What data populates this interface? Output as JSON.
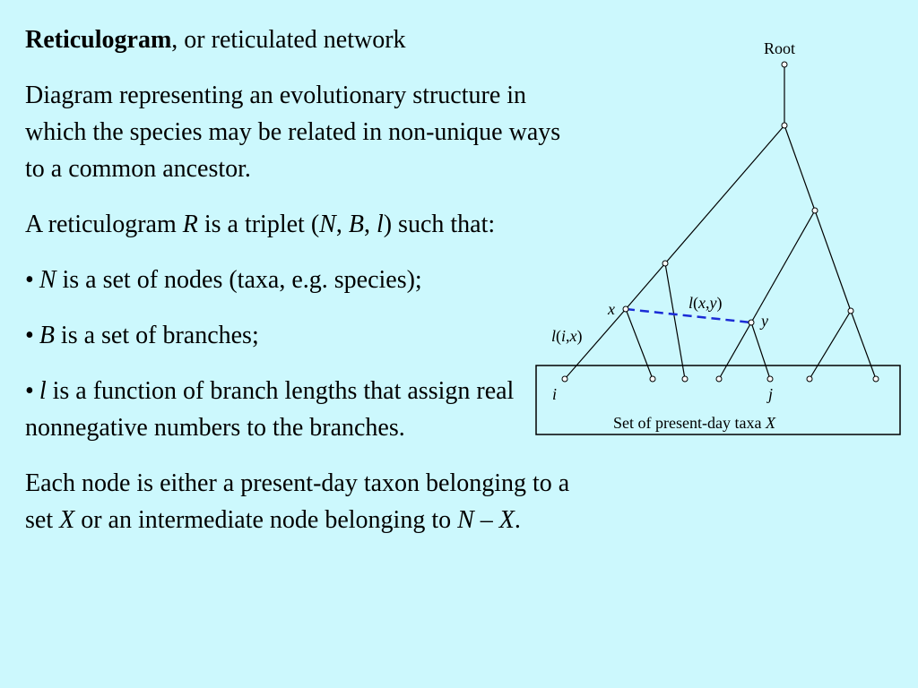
{
  "text": {
    "title_bold": "Reticulogram",
    "title_rest": ", or reticulated network",
    "description": "Diagram representing an evolutionary structure in which the species may be related in non-unique ways to a common ancestor.",
    "triplet": {
      "prefix": "A reticulogram ",
      "var_r": "R",
      "mid": " is a triplet (",
      "var_n": "N",
      "sep1": ", ",
      "var_b": "B",
      "sep2": ", ",
      "var_l": "l",
      "suffix": ") such that:"
    },
    "bullets": [
      {
        "symbol": "•",
        "var": "N",
        "text": " is a set of nodes (taxa, e.g. species);"
      },
      {
        "symbol": "•",
        "var": "B",
        "text": " is a set of branches;"
      },
      {
        "symbol": "•",
        "var": "l",
        "text": " is a function of branch lengths that assign real nonnegative numbers to the branches."
      }
    ],
    "node_desc": {
      "part1": "Each node is either a present-day taxon belonging to a set ",
      "var_x": "X",
      "part2": " or an intermediate node belonging to ",
      "expr_n": "N",
      "dash": " – ",
      "expr_x": "X",
      "end": "."
    }
  },
  "diagram": {
    "root_label": "Root",
    "node_x_label": "x",
    "node_y_label": "y",
    "leaf_i_label": "i",
    "leaf_j_label": "j",
    "edge_lxy": {
      "l": "l",
      "open": "(",
      "a": "x",
      "comma": ",",
      "b": "y",
      "close": ")"
    },
    "edge_lix": {
      "l": "l",
      "open": "(",
      "a": "i",
      "comma": ",",
      "b": "x",
      "close": ")"
    },
    "box_caption": "Set of present-day taxa ",
    "box_caption_var": "X",
    "colors": {
      "tree_edge": "#000000",
      "reticulation": "#1a2bd6",
      "box_border": "#000000"
    }
  }
}
